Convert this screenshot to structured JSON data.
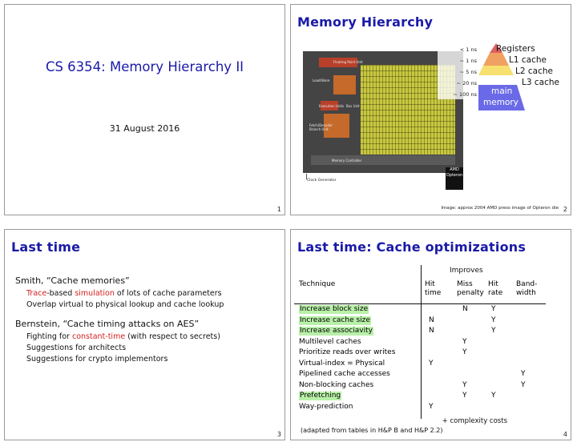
{
  "slide1": {
    "title": "CS 6354: Memory Hierarchy II",
    "date": "31 August 2016",
    "page": "1"
  },
  "slide2": {
    "title": "Memory Hierarchy",
    "latencies": [
      "< 1 ns",
      "~ 1 ns",
      "~ 5 ns",
      "~ 20 ns",
      "~ 100 ns"
    ],
    "levels": [
      "Registers",
      "L1 cache",
      "L2 cache",
      "L3 cache",
      "main",
      "memory"
    ],
    "die_labels": [
      "Floating Point Unit",
      "Load/Store",
      "Execution Units",
      "Bus Unit",
      "Fetch/Decode/ Branch Unit",
      "Memory Controller",
      "Clock Generator"
    ],
    "logo": "AMD Opteron",
    "credit": "Image: approx 2004 AMD press image of Opteron die",
    "page": "2"
  },
  "slide3": {
    "title": "Last time",
    "items": [
      {
        "heading": "Smith, “Cache memories”",
        "sub": [
          {
            "parts": [
              [
                "Trace",
                true
              ],
              [
                "-based ",
                false
              ],
              [
                "simulation",
                true
              ],
              [
                " of lots of cache parameters",
                false
              ]
            ]
          },
          {
            "parts": [
              [
                "Overlap virtual to physical lookup and cache lookup",
                false
              ]
            ]
          }
        ]
      },
      {
        "heading": "Bernstein, “Cache timing attacks on AES”",
        "sub": [
          {
            "parts": [
              [
                "Fighting for ",
                false
              ],
              [
                "constant-time",
                true
              ],
              [
                " (with respect to secrets)",
                false
              ]
            ]
          },
          {
            "parts": [
              [
                "Suggestions for architects",
                false
              ]
            ]
          },
          {
            "parts": [
              [
                "Suggestions for crypto implementors",
                false
              ]
            ]
          }
        ]
      }
    ],
    "page": "3"
  },
  "slide4": {
    "title": "Last time: Cache optimizations",
    "improves": "Improves",
    "headers": {
      "technique": "Technique",
      "c1": [
        "Hit",
        "time"
      ],
      "c2": [
        "Miss",
        "penalty"
      ],
      "c3": [
        "Hit",
        "rate"
      ],
      "c4": [
        "Band-",
        "width"
      ]
    },
    "rows": [
      {
        "technique": "Increase block size",
        "hl": true,
        "vals": [
          "",
          "N",
          "Y",
          ""
        ]
      },
      {
        "technique": "Increase cache size",
        "hl": true,
        "vals": [
          "N",
          "",
          "Y",
          ""
        ]
      },
      {
        "technique": "Increase associavity",
        "hl": true,
        "vals": [
          "N",
          "",
          "Y",
          ""
        ]
      },
      {
        "technique": "Multilevel caches",
        "hl": false,
        "vals": [
          "",
          "Y",
          "",
          ""
        ]
      },
      {
        "technique": "Prioritize reads over writes",
        "hl": false,
        "vals": [
          "",
          "Y",
          "",
          ""
        ]
      },
      {
        "technique": "Virtual-index = Physical",
        "hl": false,
        "vals": [
          "Y",
          "",
          "",
          ""
        ]
      },
      {
        "technique": "Pipelined cache accesses",
        "hl": false,
        "vals": [
          "",
          "",
          "",
          "Y"
        ]
      },
      {
        "technique": "Non-blocking caches",
        "hl": false,
        "vals": [
          "",
          "Y",
          "",
          "Y"
        ]
      },
      {
        "technique": "Prefetching",
        "hl": true,
        "vals": [
          "",
          "Y",
          "Y",
          ""
        ]
      },
      {
        "technique": "Way-prediction",
        "hl": false,
        "vals": [
          "Y",
          "",
          "",
          ""
        ]
      }
    ],
    "footnote": "+ complexity costs",
    "source": "(adapted from tables in H&P B and H&P 2.2)",
    "page": "4"
  }
}
